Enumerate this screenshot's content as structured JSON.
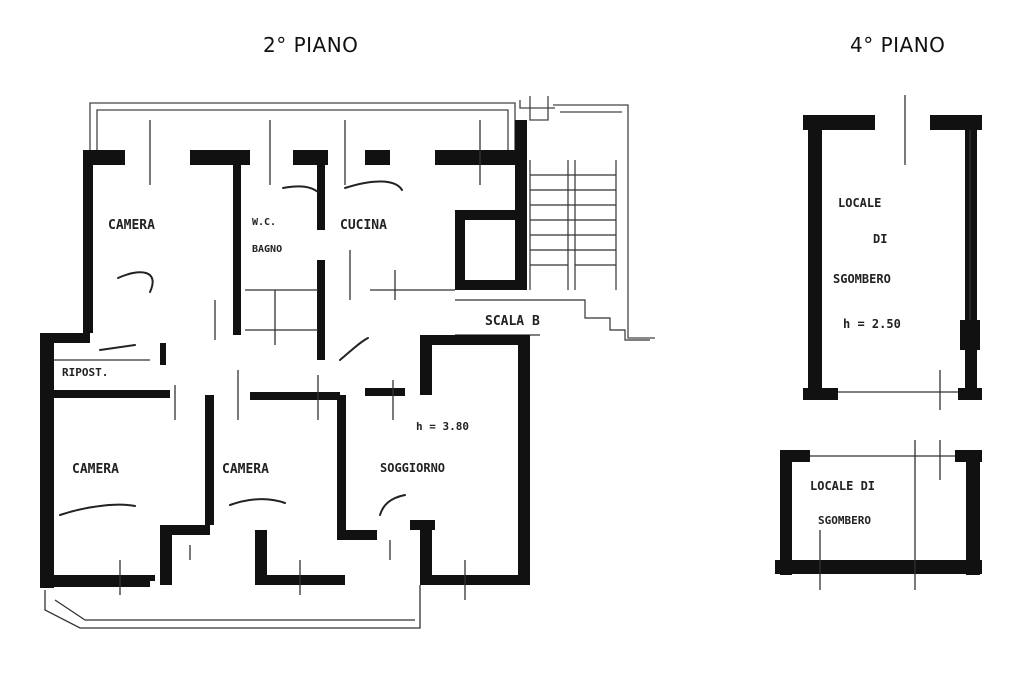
{
  "floor2": {
    "title": "2° PIANO",
    "rooms": {
      "camera_nw": "CAMERA",
      "bagno_top": "W.C.",
      "bagno_bottom": "BAGNO",
      "cucina": "CUCINA",
      "scala": "SCALA B",
      "ripost": "RIPOST.",
      "camera_sw": "CAMERA",
      "camera_mid": "CAMERA",
      "soggiorno": "SOGGIORNO",
      "height": "h = 3.80"
    }
  },
  "floor4": {
    "title": "4° PIANO",
    "room_upper": {
      "line1": "LOCALE",
      "line2": "DI",
      "line3": "SGOMBERO",
      "line4": "h = 2.50"
    },
    "room_lower": {
      "line1": "LOCALE DI",
      "line2": "SGOMBERO"
    }
  },
  "colors": {
    "wall": "#111111",
    "line": "#333333",
    "background": "#ffffff"
  }
}
